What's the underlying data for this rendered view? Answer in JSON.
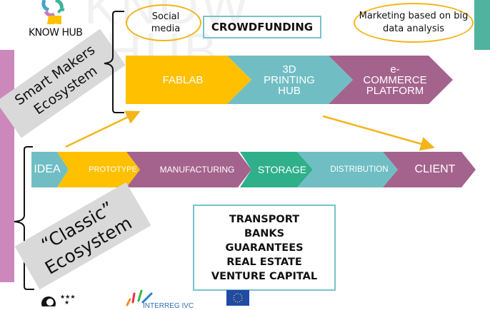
{
  "logo": {
    "name": "KNOW HUB",
    "watermark_top": "KNOW",
    "watermark_bottom": "HUB"
  },
  "smart_makers": {
    "label_line1": "Smart Makers",
    "label_line2": "Ecosystem",
    "social_line1": "Social",
    "social_line2": "media",
    "crowdfunding": "CROWDFUNDING",
    "marketing_line1": "Marketing based on big",
    "marketing_line2": "data analysis",
    "chain": [
      {
        "lines": [
          "FABLAB"
        ],
        "color": "#ffc000"
      },
      {
        "lines": [
          "3D",
          "PRINTING",
          "HUB"
        ],
        "color": "#70bec4"
      },
      {
        "lines": [
          "e-",
          "COMMERCE",
          "PLATFORM"
        ],
        "color": "#a4638c"
      }
    ]
  },
  "classic": {
    "label_line1": "“Classic”",
    "label_line2": "Ecosystem",
    "chain": [
      {
        "label": "IDEA",
        "color": "#70bec4"
      },
      {
        "label": "PROTOTYPE",
        "color": "#ffc000"
      },
      {
        "label": "MANUFACTURING",
        "color": "#a4638c"
      },
      {
        "label": "STORAGE",
        "color": "#2fb08a"
      },
      {
        "label": "DISTRIBUTION",
        "color": "#70bec4"
      },
      {
        "label": "CLIENT",
        "color": "#a4638c"
      }
    ],
    "resources": [
      "TRANSPORT",
      "BANKS",
      "GUARANTEES",
      "REAL ESTATE",
      "VENTURE CAPITAL"
    ]
  },
  "footer": {
    "interreg_partial": "INTERREG IVC"
  },
  "colors": {
    "yellow": "#ffc000",
    "teal": "#70bec4",
    "purple": "#a4638c",
    "green": "#2fb08a",
    "arrow": "#f2b51a",
    "box_border": "#77c3cc",
    "label_gray": "#d9d9d9",
    "side_pink": "#cc88bb",
    "side_green": "#4fb39f"
  }
}
